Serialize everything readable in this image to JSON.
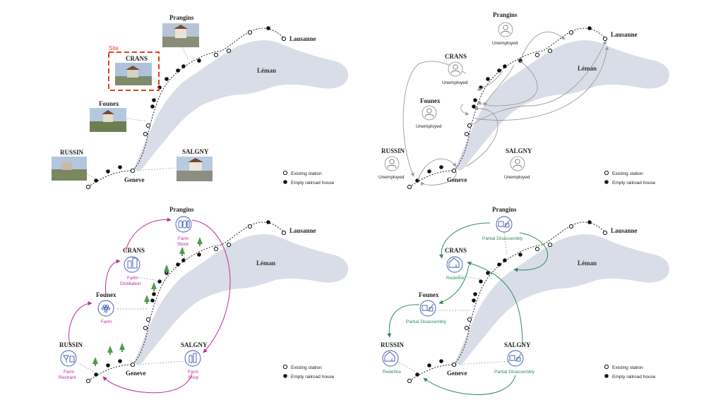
{
  "site_label": "Site",
  "places": {
    "crans": "CRANS",
    "prangins": "Prangins",
    "lausanne": "Lausanne",
    "founex": "Founex",
    "russin": "RUSSIN",
    "salgny": "SALGNY",
    "geneve": "Geneve",
    "leman": "Léman"
  },
  "legend": {
    "existing": "Existing station",
    "empty": "Empty railroad house"
  },
  "panel2": {
    "status": "Unemployed"
  },
  "panel3": {
    "prangins": [
      "Farm",
      "Stock"
    ],
    "crans": [
      "Farm",
      "Distillation"
    ],
    "founex": [
      "Farm"
    ],
    "russin": [
      "Farm",
      "Restrant"
    ],
    "salgny": [
      "Farm",
      "Shop"
    ]
  },
  "panel4": {
    "prangins": "Partial Disassembly",
    "crans": "Redefine",
    "founex": "Partial Disassembly",
    "russin": "Redefine",
    "salgny": "Partial Disassembly"
  },
  "colors": {
    "lake": "#d8dde8",
    "magenta": "#c02a9a",
    "green": "#2e8a58",
    "icon_blue": "#3a55b0",
    "site_red": "#e0401f",
    "arrow_gray": "#9a9a9a"
  }
}
